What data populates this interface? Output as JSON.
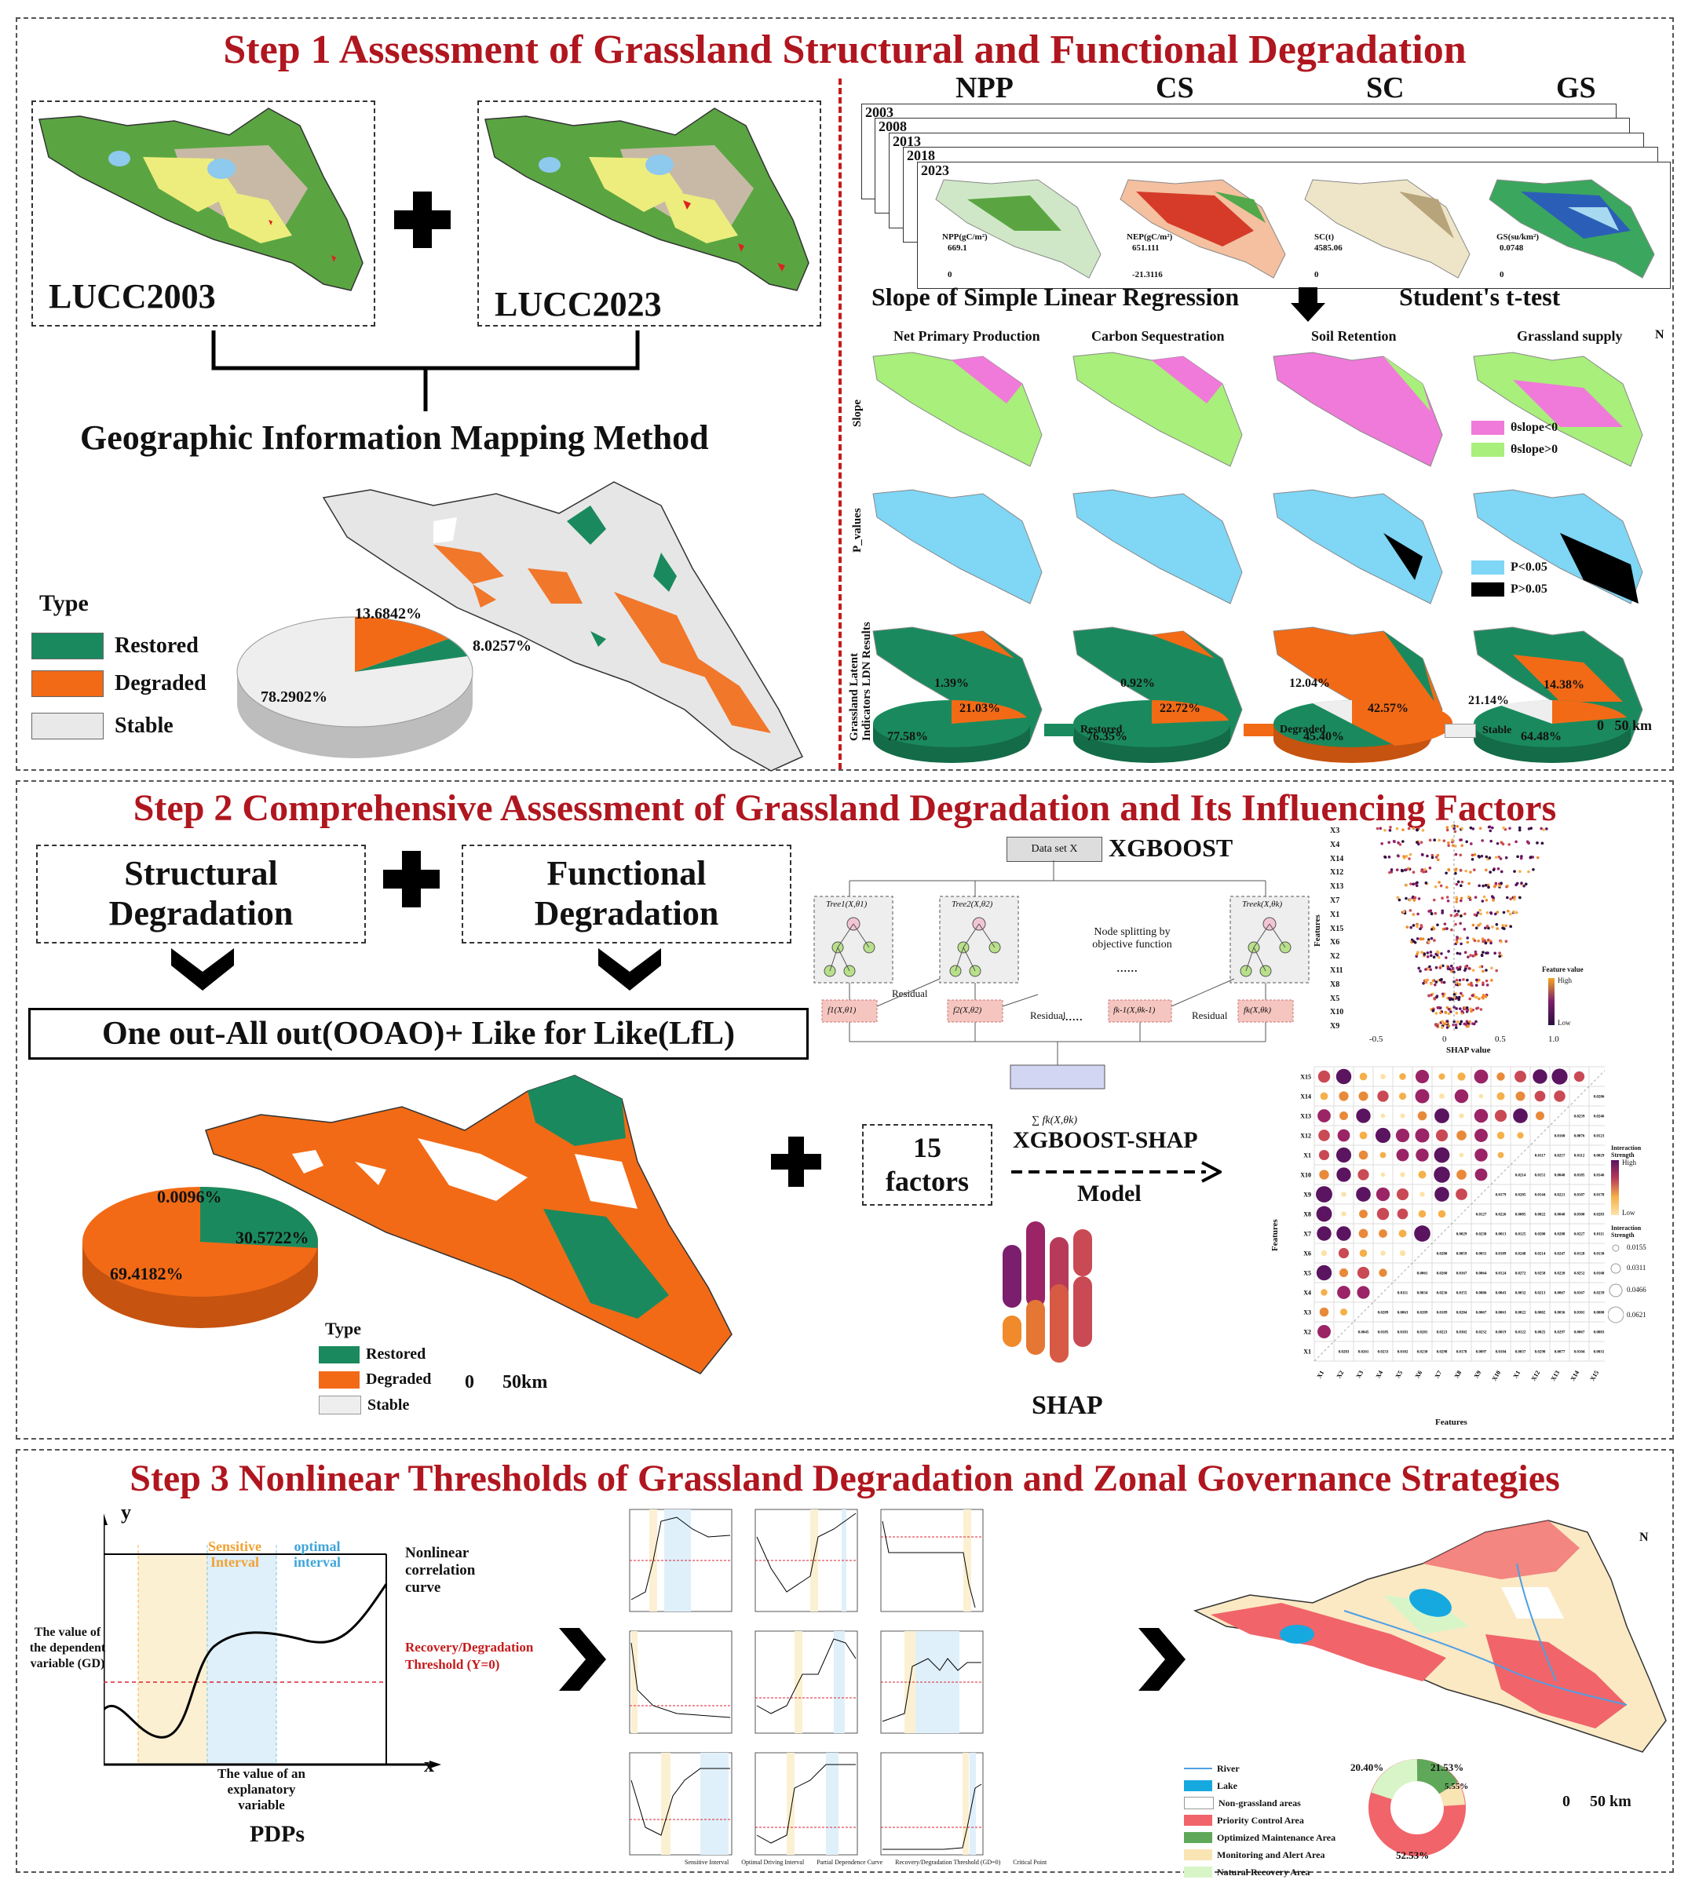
{
  "step1": {
    "title": "Step 1 Assessment of Grassland Structural and Functional Degradation",
    "lucc_left": "LUCC2003",
    "lucc_right": "LUCC2023",
    "method": "Geographic Information Mapping Method",
    "legend_title": "Type",
    "legend": [
      "Restored",
      "Degraded",
      "Stable"
    ],
    "pie": {
      "stable": "78.2902%",
      "degraded": "13.6842%",
      "restored": "8.0257%"
    },
    "indicators": [
      "NPP",
      "CS",
      "SC",
      "GS"
    ],
    "years": [
      "2003",
      "2008",
      "2013",
      "2018",
      "2023"
    ],
    "map_legends": [
      {
        "label": "NPP(gC/m²)",
        "max": "669.1",
        "min": "0"
      },
      {
        "label": "NEP(gC/m²)",
        "max": "651.111",
        "min": "-21.3116"
      },
      {
        "label": "SC(t)",
        "max": "4585.06",
        "min": "0"
      },
      {
        "label": "GS(su/km²)",
        "max": "0.0748",
        "min": "0"
      }
    ],
    "slope_method": "Slope of Simple Linear Regression",
    "ttest": "Student's t-test",
    "col_titles": [
      "Net Primary Production",
      "Carbon Sequestration",
      "Soil Retention",
      "Grassland supply"
    ],
    "row_labels": [
      "Slope",
      "P_values",
      "Grassland Latent Indicators LDN Results"
    ],
    "slope_legend": [
      "θslope<0",
      "θslope>0"
    ],
    "p_legend": [
      "P<0.05",
      "P>0.05"
    ],
    "ldn_pies": [
      {
        "restored": "77.58%",
        "degraded": "21.03%",
        "stable": "1.39%"
      },
      {
        "restored": "76.35%",
        "degraded": "22.72%",
        "stable": "0.92%"
      },
      {
        "restored": "45.40%",
        "degraded": "42.57%",
        "stable": "12.04%"
      },
      {
        "restored": "64.48%",
        "degraded": "21.14%",
        "stable": "14.38%"
      }
    ],
    "ldn_legend": [
      "Restored",
      "Degraded",
      "Stable"
    ],
    "scale": "0   50 km",
    "north": "N"
  },
  "step2": {
    "title": "Step 2 Comprehensive Assessment of Grassland Degradation and Its Influencing Factors",
    "structural": "Structural Degradation",
    "functional": "Functional Degradation",
    "ooao": "One out-All out(OOAO)+ Like for Like(LfL)",
    "pie": {
      "restored": "30.5722%",
      "degraded": "69.4182%",
      "stable": "0.0096%"
    },
    "legend_title": "Type",
    "legend": [
      "Restored",
      "Degraded",
      "Stable"
    ],
    "scale": "0      50km",
    "factors": "15 factors",
    "model_top": "XGBOOST-SHAP",
    "model_bottom": "Model",
    "shap_label": "SHAP",
    "xgb": {
      "title": "XGBOOST",
      "dataset": "Data set X",
      "trees": [
        "Tree1(X,θ1)",
        "Tree2(X,θ2)",
        "Treek(X,θk)"
      ],
      "node_text": "Node splitting by objective function",
      "fs": [
        "f1(X,θ1)",
        "f2(X,θ2)",
        "fk-1(X,θk-1)",
        "fk(X,θk)"
      ],
      "residual": "Residual",
      "sum": "∑ fk(X,θk)",
      "dots": "......"
    },
    "beeswarm": {
      "features": [
        "X3",
        "X4",
        "X14",
        "X12",
        "X13",
        "X7",
        "X1",
        "X15",
        "X6",
        "X2",
        "X11",
        "X8",
        "X5",
        "X10",
        "X9"
      ],
      "xticks": [
        "-0.5",
        "0",
        "0.5",
        "1.0"
      ],
      "xlabel": "SHAP value",
      "ylabel": "Features",
      "cbar_title": "Feature value",
      "cbar_high": "High",
      "cbar_low": "Low"
    },
    "interaction": {
      "rows": [
        "X15",
        "X14",
        "X13",
        "X12",
        "X1",
        "X10",
        "X9",
        "X8",
        "X7",
        "X6",
        "X5",
        "X4",
        "X3",
        "X2",
        "X1"
      ],
      "cols": [
        "X1",
        "X2",
        "X3",
        "X4",
        "X5",
        "X6",
        "X7",
        "X8",
        "X9",
        "X10",
        "X1",
        "X12",
        "X13",
        "X14",
        "X15"
      ],
      "xlabel": "Features",
      "ylabel": "Features",
      "legend_title": "Interaction Strength",
      "legend_high": "High",
      "legend_low": "Low",
      "size_title": "Interaction Strength",
      "sizes": [
        "0.0155",
        "0.0311",
        "0.0466",
        "0.0621"
      ]
    }
  },
  "step3": {
    "title": "Step 3 Nonlinear Thresholds of Grassland Degradation and Zonal Governance Strategies",
    "axis_y": "y",
    "axis_x": "x",
    "sensitive": "Sensitive Interval",
    "optimal": "optimal interval",
    "curve_label": "Nonlinear correlation curve",
    "threshold_label": "Recovery/Degradation Threshold (Y=0)",
    "dep_var": "The value of the dependent variable (GD)",
    "exp_var": "The value of an explanatory variable",
    "pdps": "PDPs",
    "pdp_legend": [
      "Sensitive Interval",
      "Optimal Driving Interval",
      "Partial Dependence Curve",
      "Recovery/Degradation Threshold (GD=0)",
      "Critical Point"
    ],
    "map_legend": [
      "River",
      "Lake",
      "Non-grassland areas",
      "Priority Control Area",
      "Optimized Maintenance Area",
      "Monitoring and Alert Area",
      "Natural Recovery Area"
    ],
    "pie": {
      "priority": "52.53%",
      "natural": "20.40%",
      "monitoring": "21.53%",
      "optimized": "5.55%"
    },
    "scale": "0     50 km",
    "north": "N"
  },
  "colors": {
    "title_red": "#b0161f",
    "restored": "#1a8a5e",
    "degraded": "#f26a16",
    "stable": "#e9e9e9",
    "grass_green": "#5aa542",
    "bare": "#c8b9a6",
    "yellow": "#eded7d",
    "slope_neg": "#f07ad9",
    "slope_pos": "#a9ef7b",
    "p_low": "#7fd6f5",
    "p_high": "#000000",
    "priority": "#f0646a",
    "optimized": "#5fa85a",
    "monitoring": "#f9e4b4",
    "natural": "#d8f5c8",
    "lake": "#15a9e0"
  }
}
